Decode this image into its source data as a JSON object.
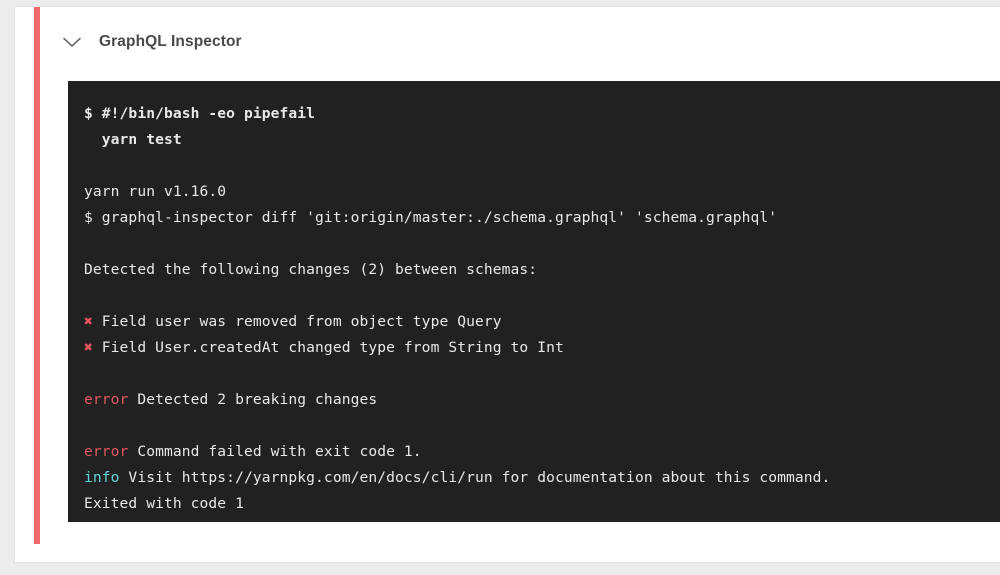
{
  "step": {
    "title": "GraphQL Inspector",
    "toggle_icon": "chevron-down-icon",
    "status_color": "#ec6a6a"
  },
  "terminal": {
    "background": "#212121",
    "text_color": "#e8e8e8",
    "error_color": "#e05561",
    "info_color": "#5fd7d7",
    "mark_color": "#e8565f",
    "lines": [
      {
        "id": "l1",
        "kind": "command",
        "bold": true,
        "text": "$ #!/bin/bash -eo pipefail"
      },
      {
        "id": "l2",
        "kind": "command",
        "bold": true,
        "text": "  yarn test"
      },
      {
        "id": "l3",
        "kind": "blank",
        "bold": false,
        "text": ""
      },
      {
        "id": "l4",
        "kind": "output",
        "bold": false,
        "text": "yarn run v1.16.0"
      },
      {
        "id": "l5",
        "kind": "output",
        "bold": false,
        "text": "$ graphql-inspector diff 'git:origin/master:./schema.graphql' 'schema.graphql'"
      },
      {
        "id": "l6",
        "kind": "blank",
        "bold": false,
        "text": ""
      },
      {
        "id": "l7",
        "kind": "output",
        "bold": false,
        "text": "Detected the following changes (2) between schemas:"
      },
      {
        "id": "l8",
        "kind": "blank",
        "bold": false,
        "text": ""
      },
      {
        "id": "l9",
        "kind": "change",
        "bold": false,
        "marker": "✖",
        "text": "Field user was removed from object type Query"
      },
      {
        "id": "l10",
        "kind": "change",
        "bold": false,
        "marker": "✖",
        "text": "Field User.createdAt changed type from String to Int"
      },
      {
        "id": "l11",
        "kind": "blank",
        "bold": false,
        "text": ""
      },
      {
        "id": "l12",
        "kind": "error",
        "bold": false,
        "prefix": "error",
        "text": " Detected 2 breaking changes"
      },
      {
        "id": "l13",
        "kind": "blank",
        "bold": false,
        "text": ""
      },
      {
        "id": "l14",
        "kind": "error",
        "bold": false,
        "prefix": "error",
        "text": " Command failed with exit code 1."
      },
      {
        "id": "l15",
        "kind": "info",
        "bold": false,
        "prefix": "info",
        "text": " Visit https://yarnpkg.com/en/docs/cli/run for documentation about this command."
      },
      {
        "id": "l16",
        "kind": "output",
        "bold": false,
        "text": "Exited with code 1"
      }
    ]
  }
}
